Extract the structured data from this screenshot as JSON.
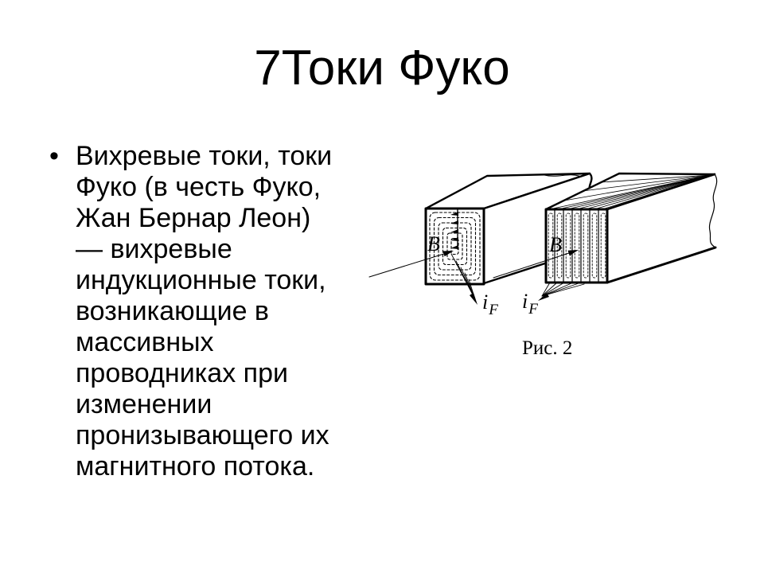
{
  "slide": {
    "title": "7Токи Фуко",
    "bullet": {
      "marker": "•",
      "text": "Вихревые токи, токи\nФуко (в честь Фуко,\nЖан Бернар Леон)\n— вихревые\nиндукционные токи,\nвозникающие в\nмассивных\nпроводниках при\nизменении\nпронизывающего их\nмагнитного потока."
    }
  },
  "figure": {
    "caption": "Рис. 2",
    "solid_bar_field_label": "B",
    "laminated_bar_field_label": "B",
    "eddy_current_label": {
      "symbol": "i",
      "subscript": "F"
    },
    "colors": {
      "ink": "#000000",
      "background": "#ffffff"
    }
  }
}
